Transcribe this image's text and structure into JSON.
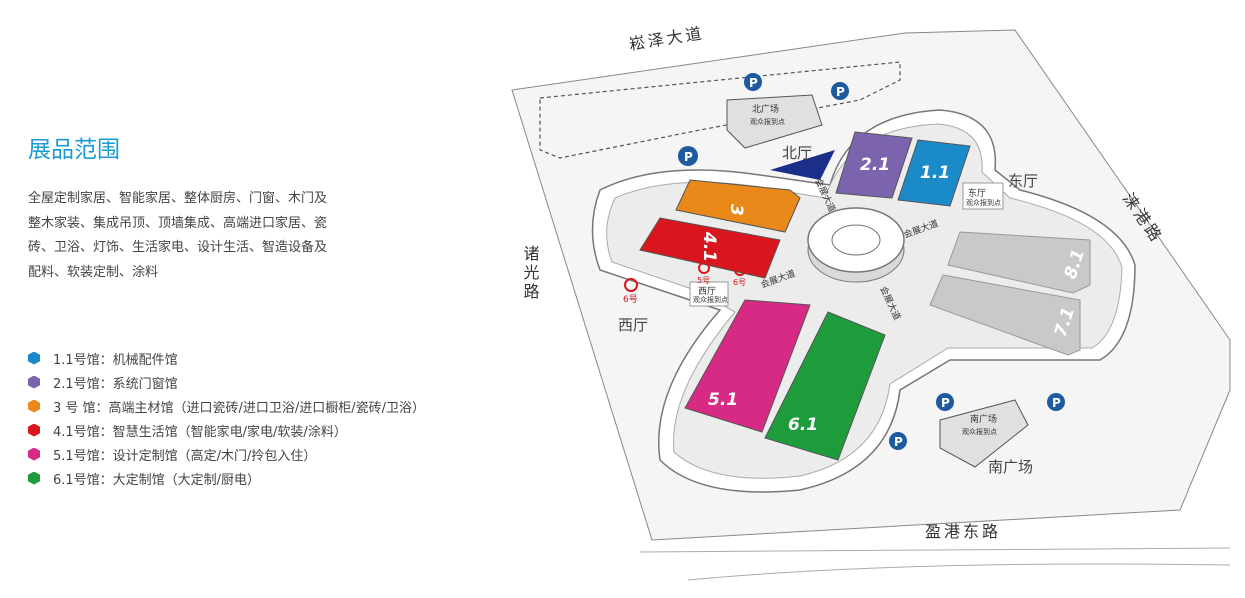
{
  "section": {
    "title": "展品范围",
    "description": "全屋定制家居、智能家居、整体厨房、门窗、木门及整木家装、集成吊顶、顶墙集成、高端进口家居、瓷砖、卫浴、灯饰、生活家电、设计生活、智造设备及配料、软装定制、涂料"
  },
  "legend": [
    {
      "label": "1.1号馆：机械配件馆",
      "color": "#1a8ac9"
    },
    {
      "label": "2.1号馆：系统门窗馆",
      "color": "#7b64ad"
    },
    {
      "label": "3 号 馆：高端主材馆（进口瓷砖/进口卫浴/进口橱柜/瓷砖/卫浴）",
      "color": "#e8891a"
    },
    {
      "label": "4.1号馆：智慧生活馆（智能家电/家电/软装/涂料）",
      "color": "#d9161e"
    },
    {
      "label": "5.1号馆：设计定制馆（高定/木门/拎包入住）",
      "color": "#d72a85"
    },
    {
      "label": "6.1号馆：大定制馆（大定制/厨电）",
      "color": "#1e9c3c"
    }
  ],
  "map": {
    "roads": {
      "north": "崧泽大道",
      "west": "诸光路",
      "east": "涞港路",
      "south": "盈港东路"
    },
    "halls": {
      "north": "北厅",
      "east": "东厅",
      "west": "西厅"
    },
    "squares": {
      "north": {
        "name": "北广场",
        "sub": "观众报到点"
      },
      "south": {
        "name": "南广场",
        "sub": "观众报到点"
      },
      "south_label": "南广场"
    },
    "lobby_signs": {
      "east": {
        "name": "东厅",
        "sub": "观众报到点"
      },
      "west": {
        "name": "西厅",
        "sub": "观众报到点"
      }
    },
    "avenue": "会展大道",
    "parking": "P",
    "metro": {
      "line6": "6号",
      "line5": "5号"
    },
    "hall_numbers": {
      "h11": "1.1",
      "h21": "2.1",
      "h3": "3",
      "h41": "4.1",
      "h51": "5.1",
      "h61": "6.1",
      "h71": "7.1",
      "h81": "8.1"
    },
    "colors": {
      "h11": "#1a8ac9",
      "h21": "#7b64ad",
      "h3": "#e8891a",
      "h41": "#d9161e",
      "h51": "#d72a85",
      "h61": "#1e9c3c",
      "grey": "#c9c9c9",
      "parking": "#1e5a9e",
      "metro": "#d9161e"
    }
  }
}
